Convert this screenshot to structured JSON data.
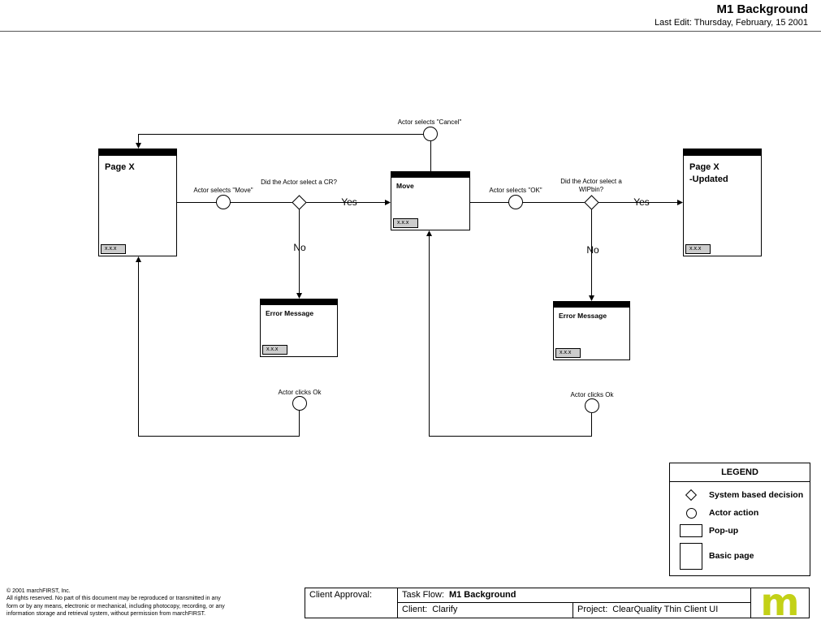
{
  "header": {
    "title": "M1 Background",
    "last_edit": "Last Edit: Thursday, February, 15 2001"
  },
  "flow": {
    "page_x": {
      "title": "Page X",
      "tab": "x.x.x"
    },
    "move_popup": {
      "title": "Move",
      "tab": "x.x.x"
    },
    "page_x_updated": {
      "title_line1": "Page X",
      "title_line2": "-Updated",
      "tab": "x.x.x"
    },
    "error_left": {
      "title": "Error Message",
      "tab": "x.x.x"
    },
    "error_right": {
      "title": "Error Message",
      "tab": "x.x.x"
    },
    "labels": {
      "actor_selects_move": "Actor selects \"Move\"",
      "decision_cr": "Did the Actor select a CR?",
      "yes_left": "Yes",
      "no_left": "No",
      "actor_selects_cancel": "Actor selects \"Cancel\"",
      "actor_selects_ok": "Actor selects \"OK\"",
      "decision_wipbin_line1": "Did the Actor select a",
      "decision_wipbin_line2": "WIPbin?",
      "yes_right": "Yes",
      "no_right": "No",
      "actor_clicks_ok_left": "Actor clicks Ok",
      "actor_clicks_ok_right": "Actor clicks Ok"
    }
  },
  "legend": {
    "title": "LEGEND",
    "items": [
      {
        "icon": "diamond-icon",
        "label": "System based decision"
      },
      {
        "icon": "circle-icon",
        "label": "Actor action"
      },
      {
        "icon": "popup-icon",
        "label": "Pop-up"
      },
      {
        "icon": "basic-page-icon",
        "label": "Basic page"
      }
    ]
  },
  "footer": {
    "copyright": [
      "©  2001 marchFIRST, Inc.",
      "All rights reserved. No part of this document may be reproduced or transmitted in any",
      "form or by any means, electronic or mechanical, including photocopy, recording, or any",
      "information storage and retrieval system, without permission from marchFIRST."
    ],
    "approval_table": {
      "client_approval_label": "Client Approval:",
      "task_flow_label": "Task Flow:",
      "task_flow_value": "M1 Background",
      "client_label": "Client:",
      "client_value": "Clarify",
      "project_label": "Project:",
      "project_value": "ClearQuality Thin Client UI",
      "logo_letter": "m",
      "logo_color": "#c3d117"
    }
  }
}
